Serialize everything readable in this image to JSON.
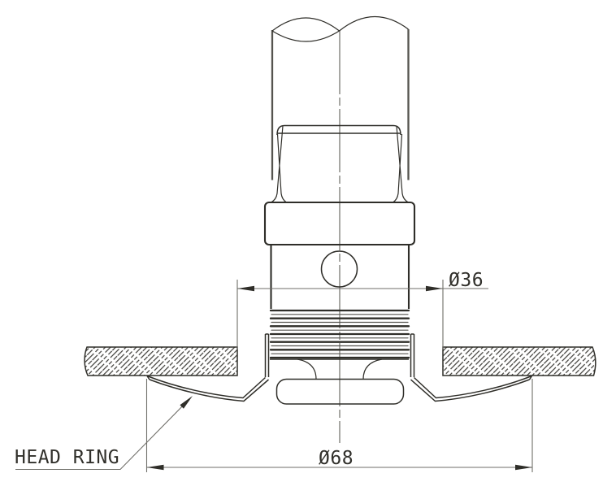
{
  "drawing": {
    "annotations": {
      "head_ring_label": "HEAD RING",
      "dim_hole": {
        "label": "Ø36",
        "value": 36
      },
      "dim_ring": {
        "label": "Ø68",
        "value": 68
      }
    },
    "colors": {
      "background": "#ffffff",
      "line_dark": "#2f2e29",
      "line_gray": "#55544f",
      "line_thin": "#6f6e69",
      "text": "#31302b"
    }
  }
}
